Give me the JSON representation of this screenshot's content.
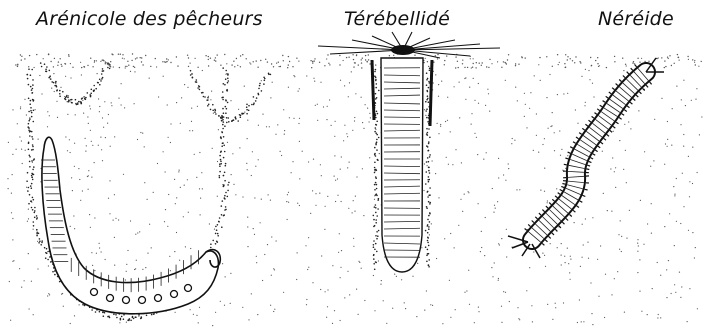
{
  "labels": {
    "arenicole": "Arénicole des pêcheurs",
    "terebellide": "Térébellidé",
    "nereide": "Néréide"
  },
  "colors": {
    "ink": "#111111",
    "sand_dot": "#555555",
    "background": "#ffffff"
  }
}
